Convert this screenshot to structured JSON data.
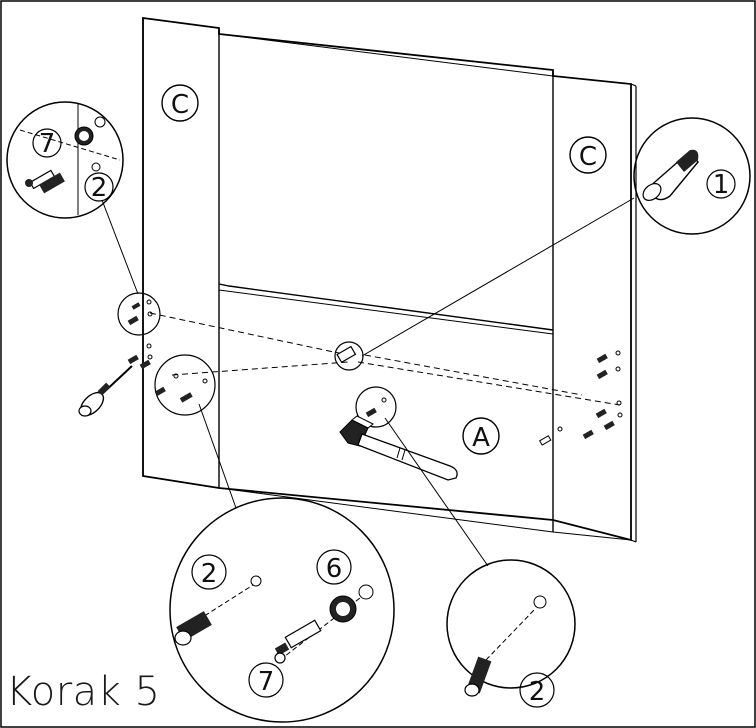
{
  "step": {
    "label": "Korak 5"
  },
  "parts": {
    "panel_left": "C",
    "panel_right": "C",
    "panel_center": "A"
  },
  "callouts": {
    "top_left_a": "7",
    "top_left_b": "2",
    "right_glue": "1",
    "bottom_center_a": "2",
    "bottom_center_b": "6",
    "bottom_center_c": "7",
    "bottom_right": "2"
  },
  "icons": [
    "screwdriver-icon",
    "hammer-icon",
    "glue-bottle-icon",
    "dowel-icon",
    "cam-lock-icon",
    "cam-screw-icon"
  ]
}
